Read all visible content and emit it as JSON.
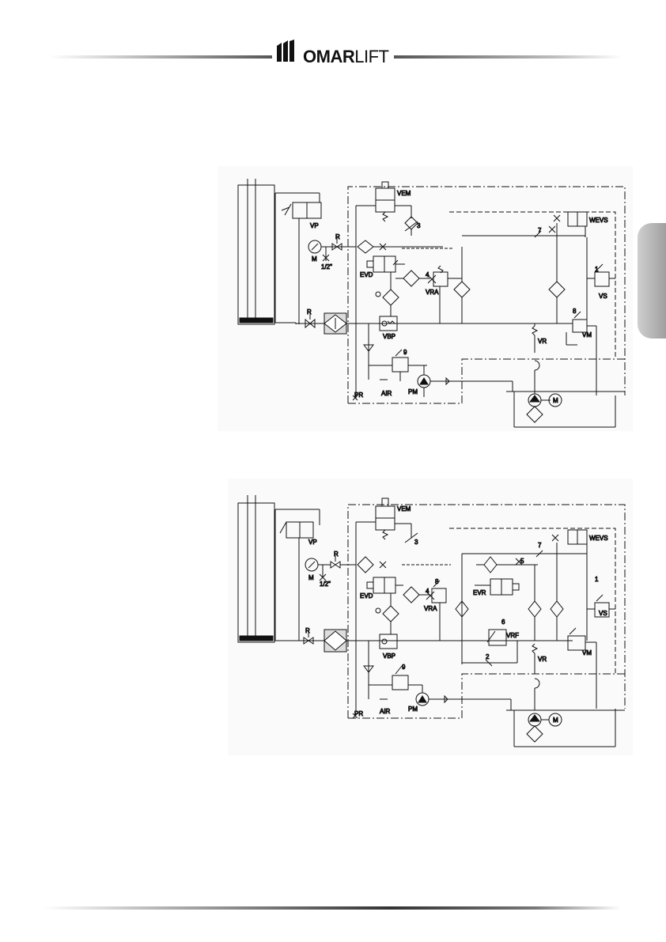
{
  "header": {
    "logo_bold": "OMAR",
    "logo_light": "LIFT"
  },
  "diagram1": {
    "labels": {
      "VEM": "VEM",
      "n3": "3",
      "VP": "VP",
      "M": "M",
      "R1": "R",
      "half": "1/2\"",
      "EVD": "EVD",
      "n4": "4",
      "VRA": "VRA",
      "n7": "7",
      "WEVS": "WEVS",
      "n1": "1",
      "VS": "VS",
      "n8": "8",
      "VM": "VM",
      "R2": "R",
      "VBP": "VBP",
      "VR": "VR",
      "n9": "9",
      "AIR": "AIR",
      "PM": "PM",
      "PR": "PR",
      "motor": "M"
    }
  },
  "diagram2": {
    "labels": {
      "VEM": "VEM",
      "n3": "3",
      "VP": "VP",
      "M": "M",
      "R1": "R",
      "half": "1/2\"",
      "EVD": "EVD",
      "n8": "8",
      "n4": "4",
      "VRA": "VRA",
      "EVR": "EVR",
      "n5": "5",
      "n7": "7",
      "WEVS": "WEVS",
      "n1": "1",
      "VS": "VS",
      "n6": "6",
      "VRF": "VRF",
      "VR": "VR",
      "VM": "VM",
      "n2": "2",
      "R2": "R",
      "VBP": "VBP",
      "n9": "9",
      "AIR": "AIR",
      "PM": "PM",
      "PR": "PR",
      "motor": "M"
    }
  }
}
